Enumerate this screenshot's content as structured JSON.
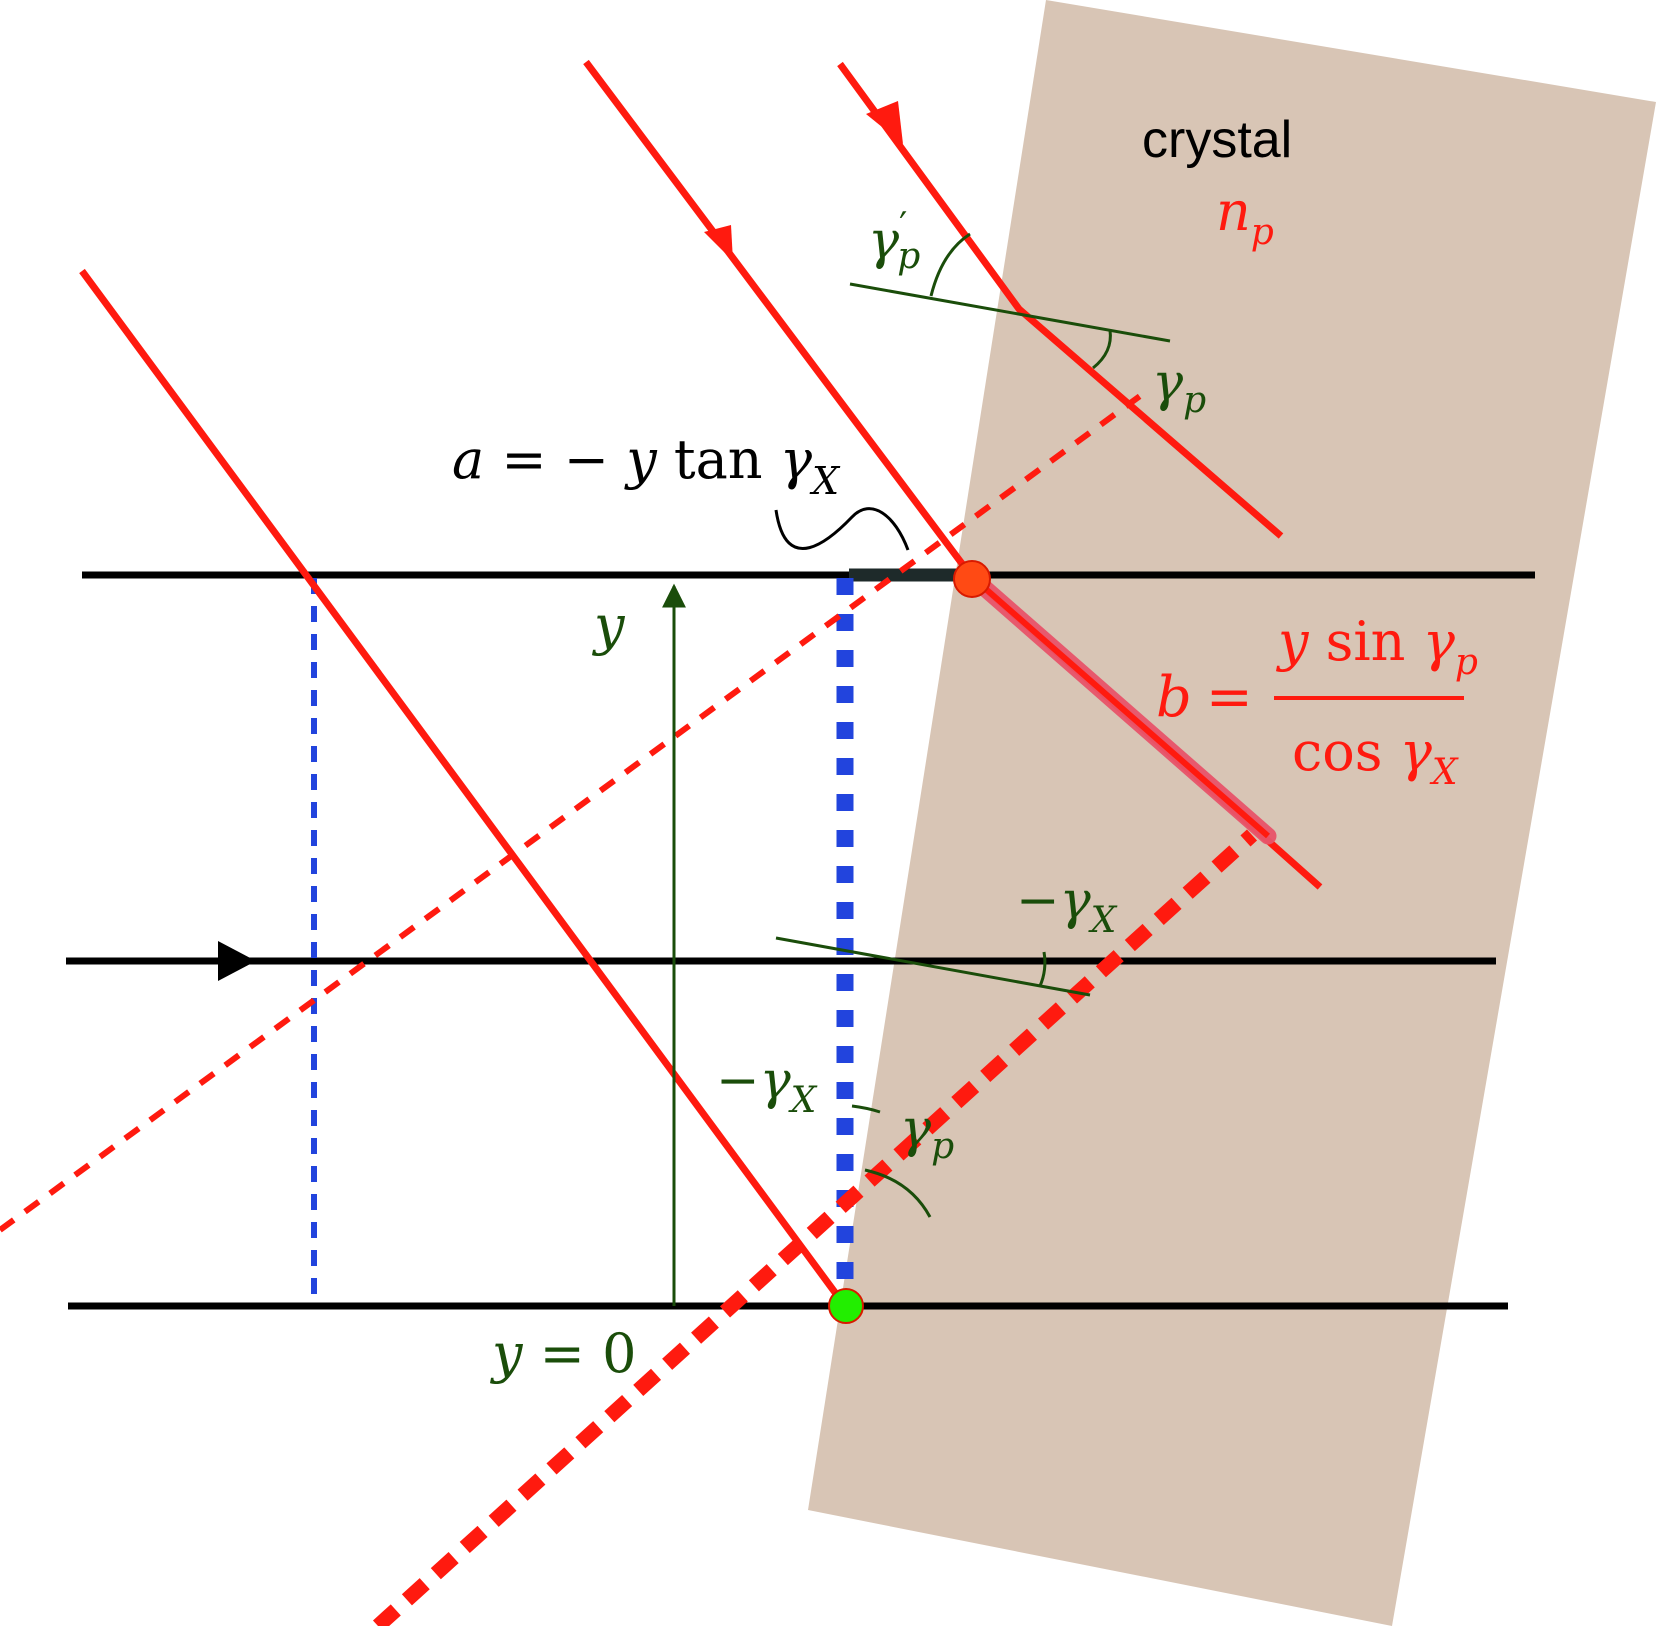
{
  "colors": {
    "crystal_fill": "#d8c5b5",
    "beam_red": "#ff1a0f",
    "beam_highlight": "#e8546a",
    "axis_black": "#000000",
    "projection_blue": "#2244dd",
    "angle_green": "#1a4d0a",
    "point_orange": "#ff4a14",
    "point_green": "#22ee00"
  },
  "crystal": {
    "label": "crystal",
    "index_label_base": "n",
    "index_label_sub": "p"
  },
  "labels": {
    "a_formula": {
      "lhs": "a",
      "eq": " = − ",
      "y": "y",
      "tan": " tan ",
      "gamma": "γ",
      "sub": "X"
    },
    "b_formula": {
      "lhs": "b",
      "eq": "=",
      "num_y": "y",
      "num_sin": " sin ",
      "num_gamma": "γ",
      "num_sub": "p",
      "den_cos": "cos ",
      "den_gamma": "γ",
      "den_sub": "X"
    },
    "y_arrow": "y",
    "y_zero": {
      "y": "y",
      "rest": " = 0"
    },
    "gamma_p_prime": {
      "gamma": "γ",
      "prime": "′",
      "sub": "p"
    },
    "gamma_p_top": {
      "gamma": "γ",
      "sub": "p"
    },
    "minus_gamma_x_right": {
      "minus": "−",
      "gamma": "γ",
      "sub": "X"
    },
    "minus_gamma_x_left": {
      "minus": "−",
      "gamma": "γ",
      "sub": "X"
    },
    "gamma_p_bottom": {
      "gamma": "γ",
      "sub": "p"
    }
  }
}
